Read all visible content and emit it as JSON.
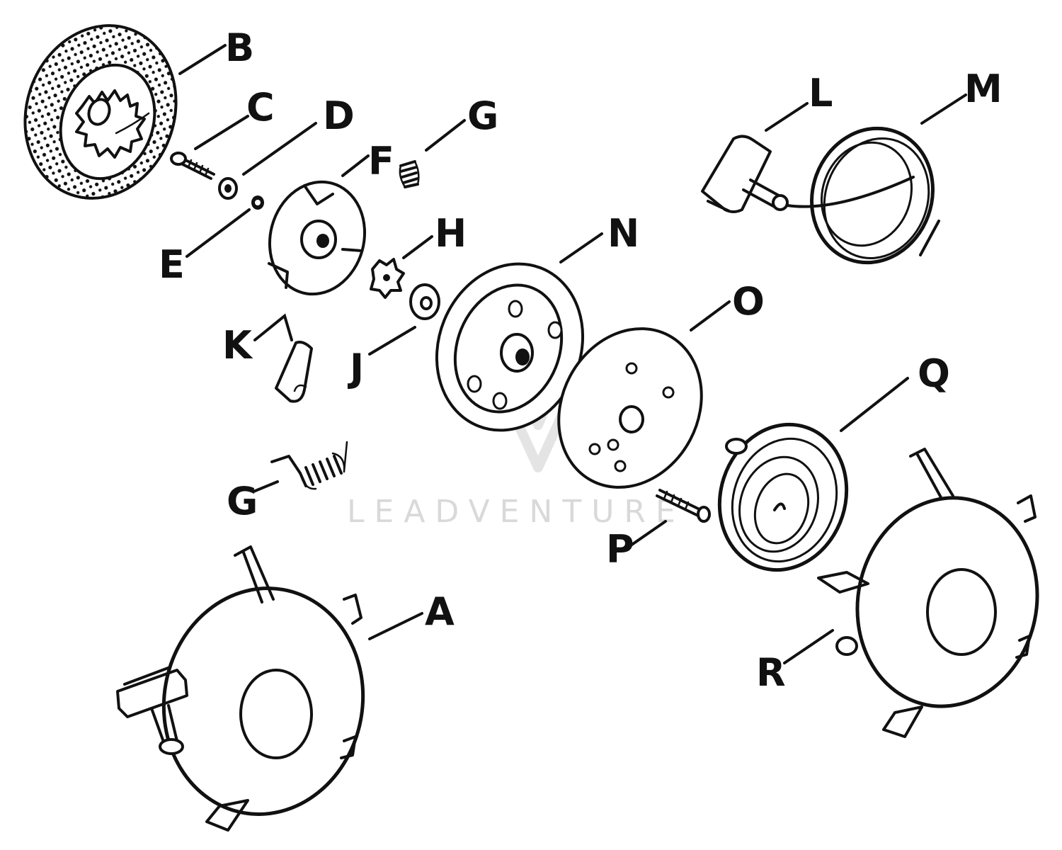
{
  "watermark": {
    "text": "LEADVENTURE"
  },
  "callouts": [
    {
      "id": "A",
      "label": "A"
    },
    {
      "id": "B",
      "label": "B"
    },
    {
      "id": "C",
      "label": "C"
    },
    {
      "id": "D",
      "label": "D"
    },
    {
      "id": "E",
      "label": "E"
    },
    {
      "id": "F",
      "label": "F"
    },
    {
      "id": "G1",
      "label": "G"
    },
    {
      "id": "G2",
      "label": "G"
    },
    {
      "id": "H",
      "label": "H"
    },
    {
      "id": "J",
      "label": "J"
    },
    {
      "id": "K",
      "label": "K"
    },
    {
      "id": "L",
      "label": "L"
    },
    {
      "id": "M",
      "label": "M"
    },
    {
      "id": "N",
      "label": "N"
    },
    {
      "id": "O",
      "label": "O"
    },
    {
      "id": "P",
      "label": "P"
    },
    {
      "id": "Q",
      "label": "Q"
    },
    {
      "id": "R",
      "label": "R"
    }
  ]
}
